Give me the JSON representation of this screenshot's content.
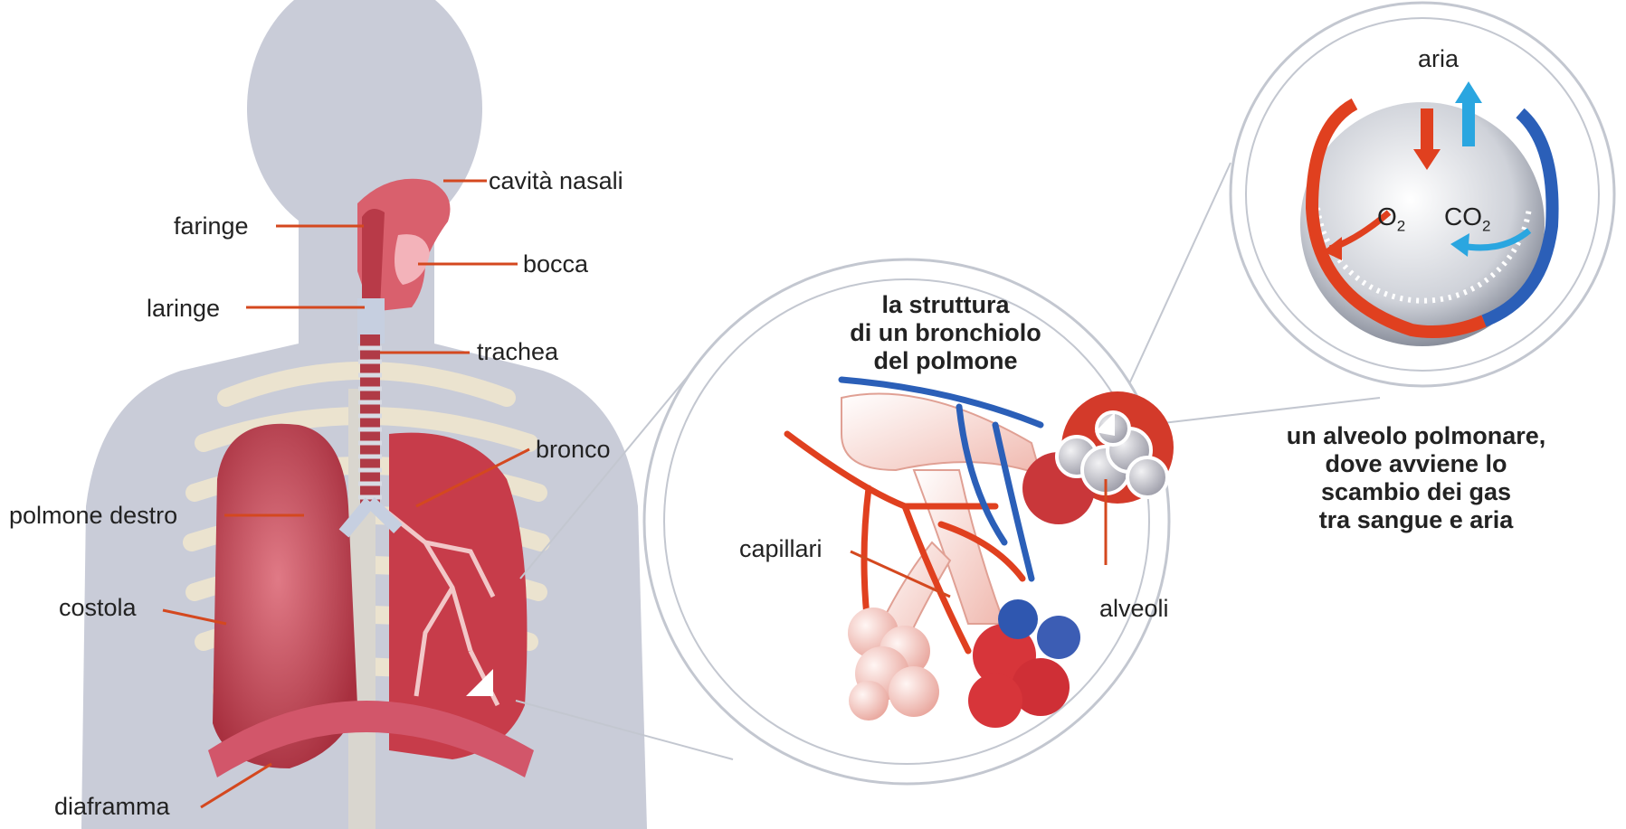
{
  "colors": {
    "silhouette": "#c9ccd8",
    "label_line": "#d4481f",
    "artery": "#e0401f",
    "vein": "#2b5fb8",
    "air_out": "#2aa6e0",
    "lung": "#c8485a",
    "rib": "#ece5d2"
  },
  "labels": {
    "nasal_cavities": "cavità nasali",
    "pharynx": "faringe",
    "mouth": "bocca",
    "larynx": "laringe",
    "trachea": "trachea",
    "bronchus": "bronco",
    "right_lung": "polmone destro",
    "rib": "costola",
    "diaphragm": "diaframma",
    "capillaries": "capillari",
    "alveoli": "alveoli",
    "air": "aria"
  },
  "bronchiole_title": [
    "la struttura",
    "di un bronchiolo",
    "del polmone"
  ],
  "alveolus_caption": [
    "un alveolo polmonare,",
    "dove avviene lo",
    "scambio dei gas",
    "tra sangue e aria"
  ],
  "gases": {
    "o2_main": "O",
    "o2_sub": "2",
    "co2_main": "CO",
    "co2_sub": "2"
  }
}
